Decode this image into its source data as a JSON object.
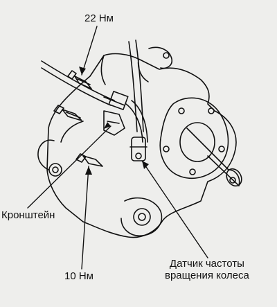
{
  "labels": {
    "torque_top": "22 Нм",
    "bracket": "Кронштейн",
    "torque_bottom": "10 Нм",
    "sensor_line1": "Датчик частоты",
    "sensor_line2": "вращения колеса"
  },
  "colors": {
    "ink": "#111111",
    "paper": "#eeeeec"
  }
}
